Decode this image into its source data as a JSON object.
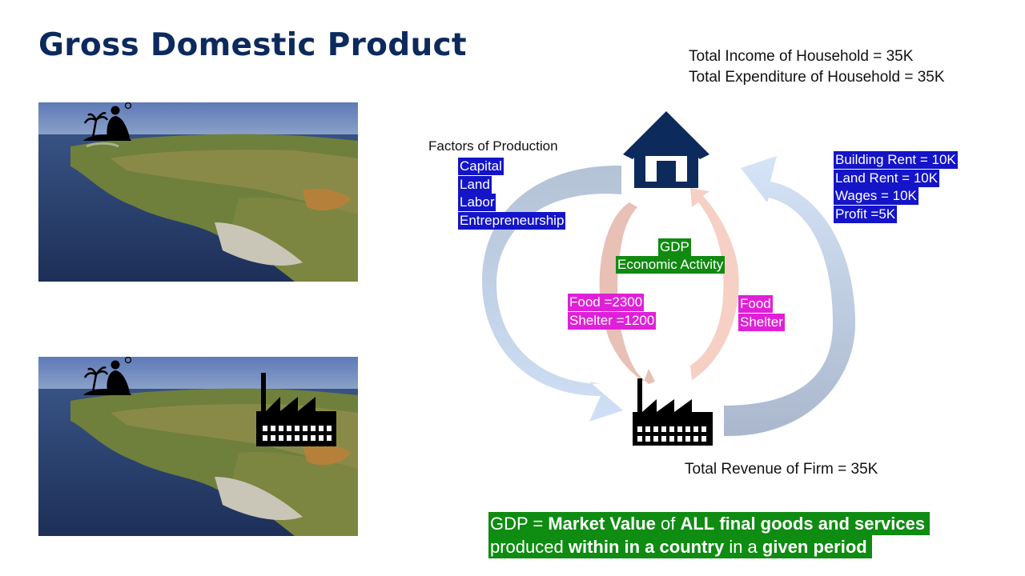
{
  "slide": {
    "title": "Gross Domestic Product"
  },
  "household": {
    "income": "Total Income of Household = 35K",
    "expenditure": "Total Expenditure of Household = 35K"
  },
  "factors": {
    "heading": "Factors of Production",
    "items": [
      "Capital",
      "Land",
      "Labor",
      "Entrepreneurship"
    ]
  },
  "payments": [
    "Building Rent = 10K",
    "Land Rent = 10K",
    "Wages = 10K",
    "Profit =5K"
  ],
  "center": {
    "line1": "GDP",
    "line2": "Economic Activity"
  },
  "goods_spend": [
    "Food =2300",
    "Shelter =1200"
  ],
  "goods": [
    "Food",
    "Shelter"
  ],
  "firm": {
    "revenue": "Total Revenue of Firm = 35K"
  },
  "definition": {
    "r1": [
      "GDP = ",
      "Market Value",
      " of ",
      "ALL",
      " ",
      "final goods and services"
    ],
    "r2": [
      "produced ",
      "within in a country",
      " in a ",
      "given period"
    ]
  },
  "colors": {
    "title": "#0c2a5c",
    "house_icon": "#0c2a5c",
    "tag_blue": "#1414c8",
    "tag_green": "#118a11",
    "tag_magenta": "#e020d8",
    "arrow_outer_dark": "#b4c2d6",
    "arrow_outer_light": "#cfe0f6",
    "arrow_inner_left": "#e9c0b6",
    "arrow_inner_right": "#f6d0c4"
  },
  "icons": [
    "island-person-icon",
    "house-icon",
    "factory-icon"
  ]
}
